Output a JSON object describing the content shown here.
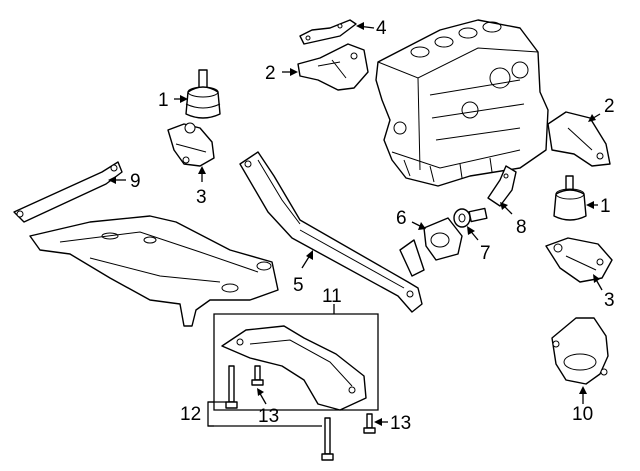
{
  "callouts": {
    "c1_left": "1",
    "c2_left": "2",
    "c3_left": "3",
    "c4": "4",
    "c5": "5",
    "c6": "6",
    "c7": "7",
    "c8": "8",
    "c9": "9",
    "c11": "11",
    "c12": "12",
    "c13_a": "13",
    "c13_b": "13",
    "c2_right": "2",
    "c1_right": "1",
    "c3_right": "3",
    "c10": "10"
  }
}
